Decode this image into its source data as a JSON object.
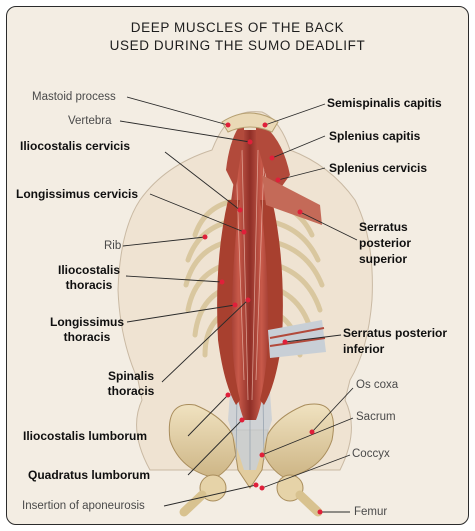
{
  "title": {
    "line1": "DEEP MUSCLES OF THE BACK",
    "line2": "USED DURING THE SUMO DEADLIFT"
  },
  "labels": {
    "mastoid_process": "Mastoid process",
    "vertebra": "Vertebra",
    "iliocostalis_cervicis": "Iliocostalis cervicis",
    "longissimus_cervicis": "Longissimus cervicis",
    "rib": "Rib",
    "iliocostalis_thoracis_1": "Iliocostalis",
    "iliocostalis_thoracis_2": "thoracis",
    "longissimus_thoracis_1": "Longissimus",
    "longissimus_thoracis_2": "thoracis",
    "spinalis_thoracis_1": "Spinalis",
    "spinalis_thoracis_2": "thoracis",
    "iliocostalis_lumborum": "Iliocostalis lumborum",
    "quadratus_lumborum": "Quadratus lumborum",
    "insertion_of_aponeurosis": "Insertion of aponeurosis",
    "semispinalis_capitis": "Semispinalis capitis",
    "splenius_capitis": "Splenius capitis",
    "splenius_cervicis": "Splenius cervicis",
    "serratus_posterior_superior_1": "Serratus",
    "serratus_posterior_superior_2": "posterior",
    "serratus_posterior_superior_3": "superior",
    "serratus_posterior_inferior_1": "Serratus posterior",
    "serratus_posterior_inferior_2": "inferior",
    "os_coxa": "Os coxa",
    "sacrum": "Sacrum",
    "coccyx": "Coccyx",
    "femur": "Femur"
  },
  "colors": {
    "background": "#f3ede3",
    "muscle": "#b5493c",
    "bone": "#e8d6ae",
    "tendon": "#c9cfd6",
    "leader": "#2a2a2a",
    "marker": "#e0203a"
  }
}
